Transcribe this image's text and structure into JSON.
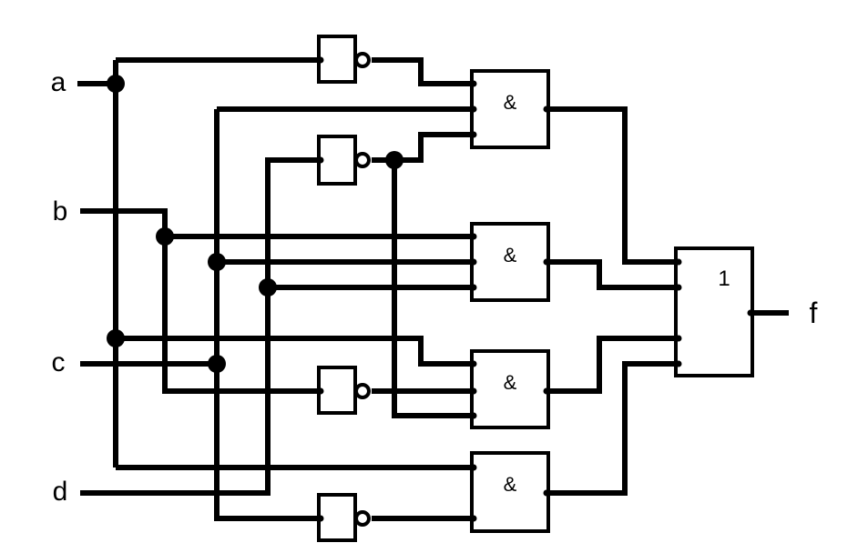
{
  "inputs": {
    "a": "a",
    "b": "b",
    "c": "c",
    "d": "d"
  },
  "output": "f",
  "gates": {
    "and1": "&",
    "and2": "&",
    "and3": "&",
    "and4": "&",
    "or1": "1"
  }
}
